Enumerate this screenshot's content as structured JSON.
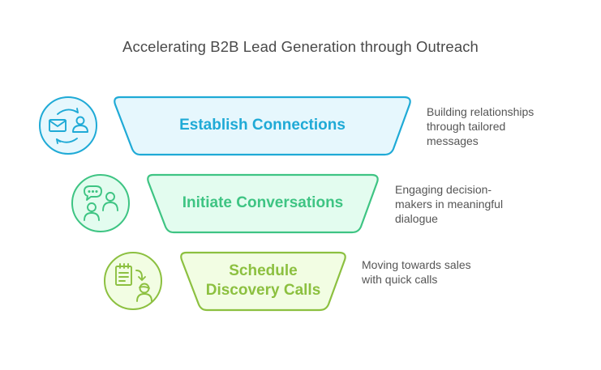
{
  "title": "Accelerating B2B Lead Generation through Outreach",
  "stages": [
    {
      "label": "Establish Connections",
      "description_lines": [
        "Building relationships",
        "through tailored",
        "messages"
      ],
      "icon": "email-exchange-person-icon",
      "colors": {
        "stroke": "#1faad6",
        "fill": "#e6f7fd",
        "text": "#1faad6"
      }
    },
    {
      "label": "Initiate Conversations",
      "description_lines": [
        "Engaging decision-",
        "makers in meaningful",
        "dialogue"
      ],
      "icon": "conversation-people-icon",
      "colors": {
        "stroke": "#3ec483",
        "fill": "#e3fcef",
        "text": "#3ec483"
      }
    },
    {
      "label_lines": [
        "Schedule",
        "Discovery Calls"
      ],
      "label": "Schedule Discovery Calls",
      "description_lines": [
        "Moving towards sales",
        "with quick calls"
      ],
      "icon": "calendar-call-person-icon",
      "colors": {
        "stroke": "#8cc040",
        "fill": "#f2fde3",
        "text": "#8cc040"
      }
    }
  ]
}
